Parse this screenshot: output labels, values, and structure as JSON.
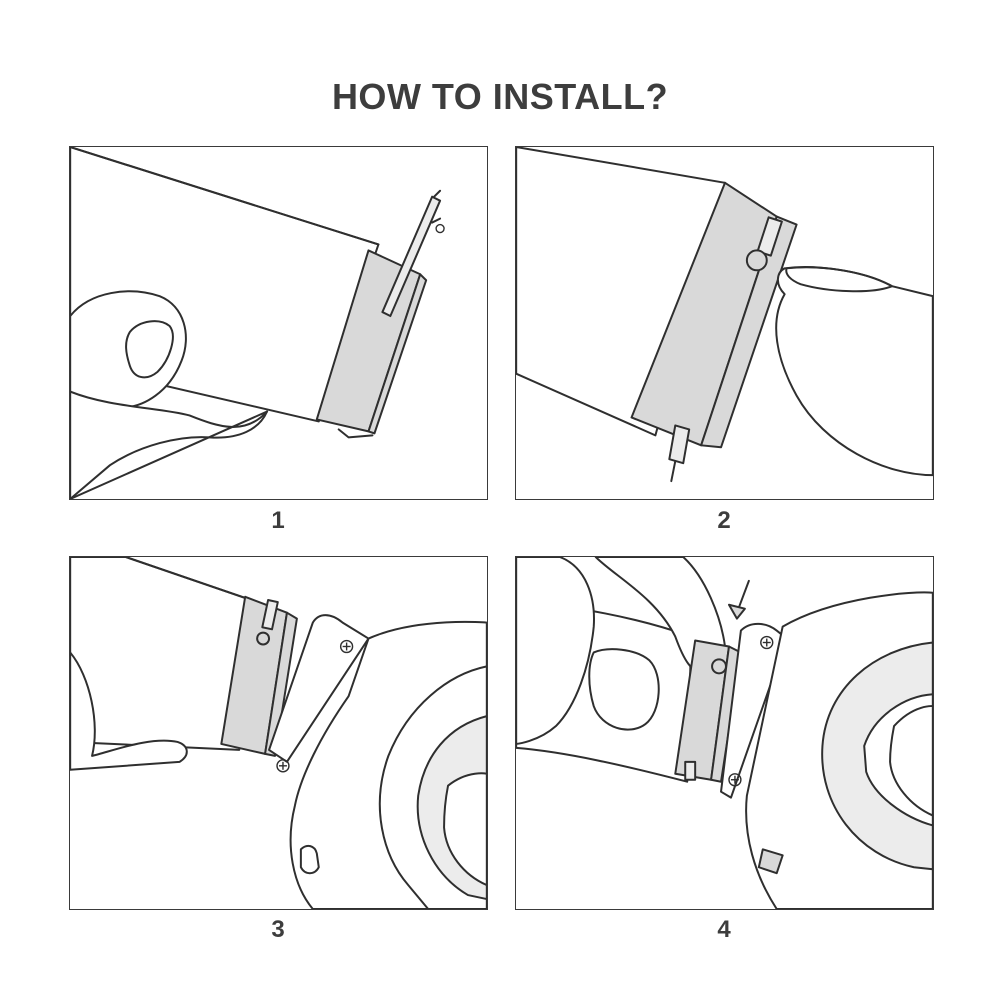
{
  "title": "HOW TO INSTALL?",
  "steps": [
    {
      "number": "1"
    },
    {
      "number": "2"
    },
    {
      "number": "3"
    },
    {
      "number": "4"
    }
  ]
}
